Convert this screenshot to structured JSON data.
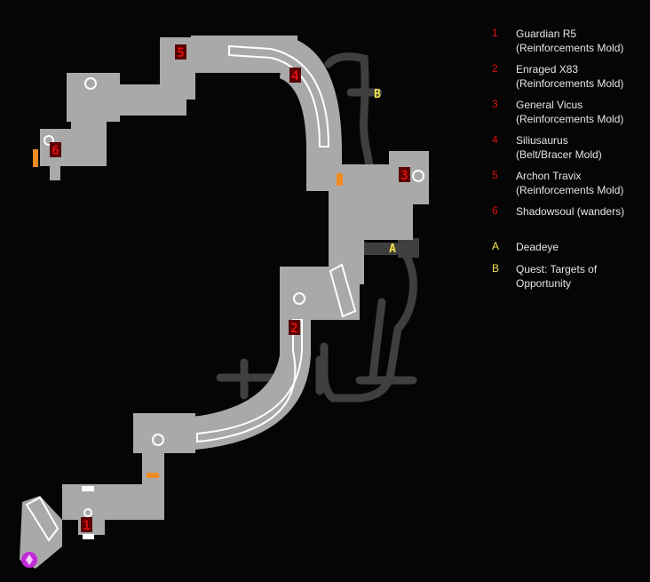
{
  "colors": {
    "background": "#050505",
    "corridor": "#a9a9a9",
    "path": "#3f3f3f",
    "number_marker": "#e01010",
    "number_marker_bg": "#5a0000",
    "letter_marker": "#f2e34a",
    "door": "#f08a22",
    "entrance": "#c02bd8",
    "legend_text": "#e6e6e6"
  },
  "markers": {
    "m1": "1",
    "m2": "2",
    "m3": "3",
    "m4": "4",
    "m5": "5",
    "m6": "6",
    "mA": "A",
    "mB": "B"
  },
  "legend": [
    {
      "key": "1",
      "line1": "Guardian R5",
      "line2": "(Reinforcements Mold)"
    },
    {
      "key": "2",
      "line1": "Enraged X83",
      "line2": "(Reinforcements Mold)"
    },
    {
      "key": "3",
      "line1": "General Vicus",
      "line2": "(Reinforcements Mold)"
    },
    {
      "key": "4",
      "line1": "Siliusaurus",
      "line2": "(Belt/Bracer Mold)"
    },
    {
      "key": "5",
      "line1": "Archon Travix",
      "line2": "(Reinforcements Mold)"
    },
    {
      "key": "6",
      "line1": "Shadowsoul (wanders)",
      "line2": ""
    },
    {
      "key": "A",
      "line1": "Deadeye",
      "line2": ""
    },
    {
      "key": "B",
      "line1": "Quest: Targets of",
      "line2": "Opportunity"
    }
  ]
}
